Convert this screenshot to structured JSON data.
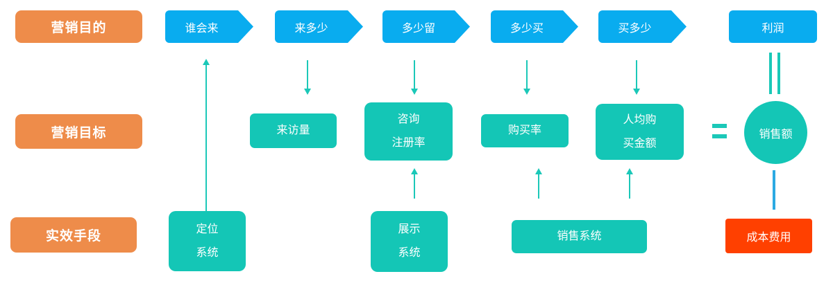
{
  "diagram": {
    "row_labels": {
      "purpose": "营销目的",
      "target": "营销目标",
      "tactics": "实效手段"
    },
    "funnel_steps": [
      "谁会来",
      "来多少",
      "多少留",
      "多少买",
      "买多少"
    ],
    "profit": "利润",
    "metrics": {
      "visitors": "来访量",
      "consult_reg_rate": "咨询\n注册率",
      "purchase_rate": "购买率",
      "avg_purchase_amount": "人均购\n买金额",
      "sales": "销售额"
    },
    "tools": {
      "positioning_system": "定位\n系统",
      "display_system": "展示\n系统",
      "sales_system": "销售系统",
      "cost": "成本费用"
    },
    "colors": {
      "orange": "#EE8C4A",
      "blue": "#09ACEF",
      "teal": "#14C6B6",
      "red": "#FF4000",
      "connector_teal": "#1BC8B8",
      "connector_blue": "#2BA9E2"
    }
  }
}
